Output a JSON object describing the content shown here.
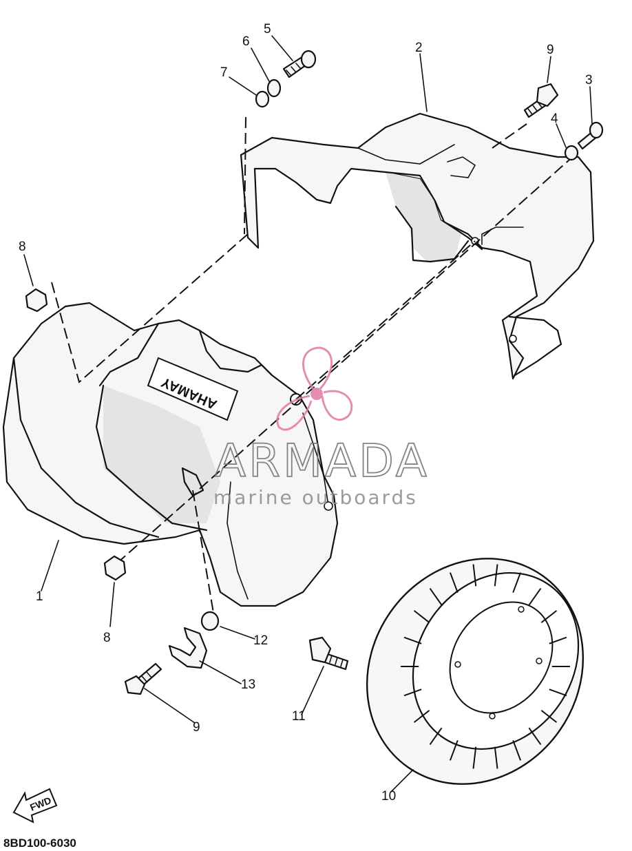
{
  "diagram": {
    "watermark": {
      "title": "ARMADA",
      "subtitle": "marine outboards",
      "logo_color": "#e07aa8"
    },
    "brand_mark": "YAMAHA",
    "direction_mark": "FWD",
    "drawing_code": "8BD100-6030",
    "callouts": {
      "c1": "1",
      "c2": "2",
      "c3": "3",
      "c4": "4",
      "c5": "5",
      "c6": "6",
      "c7": "7",
      "c8a": "8",
      "c8b": "8",
      "c9a": "9",
      "c9b": "9",
      "c10": "10",
      "c11": "11",
      "c12": "12",
      "c13": "13"
    }
  }
}
